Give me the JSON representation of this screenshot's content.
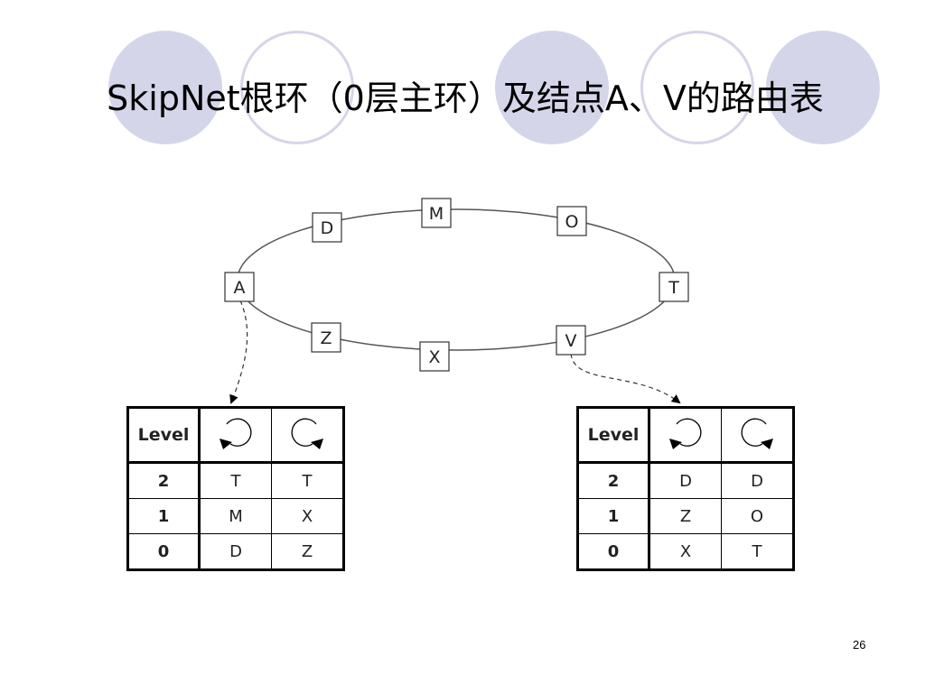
{
  "slide": {
    "title": "SkipNet根环（0层主环）及结点A、V的路由表",
    "page_number": "26"
  },
  "ring": {
    "nodes": [
      {
        "id": "A",
        "label": "A"
      },
      {
        "id": "D",
        "label": "D"
      },
      {
        "id": "M",
        "label": "M"
      },
      {
        "id": "O",
        "label": "O"
      },
      {
        "id": "T",
        "label": "T"
      },
      {
        "id": "V",
        "label": "V"
      },
      {
        "id": "X",
        "label": "X"
      },
      {
        "id": "Z",
        "label": "Z"
      }
    ]
  },
  "tables": [
    {
      "node": "A",
      "header": "Level",
      "rows": [
        {
          "level": "2",
          "ccw": "T",
          "cw": "T"
        },
        {
          "level": "1",
          "ccw": "M",
          "cw": "X"
        },
        {
          "level": "0",
          "ccw": "D",
          "cw": "Z"
        }
      ]
    },
    {
      "node": "V",
      "header": "Level",
      "rows": [
        {
          "level": "2",
          "ccw": "D",
          "cw": "D"
        },
        {
          "level": "1",
          "ccw": "Z",
          "cw": "O"
        },
        {
          "level": "0",
          "ccw": "X",
          "cw": "T"
        }
      ]
    }
  ],
  "colors": {
    "deco_circle": "#d5d5ea",
    "line": "#555555"
  },
  "icons": [
    "counterclockwise-arrow-icon",
    "clockwise-arrow-icon"
  ]
}
